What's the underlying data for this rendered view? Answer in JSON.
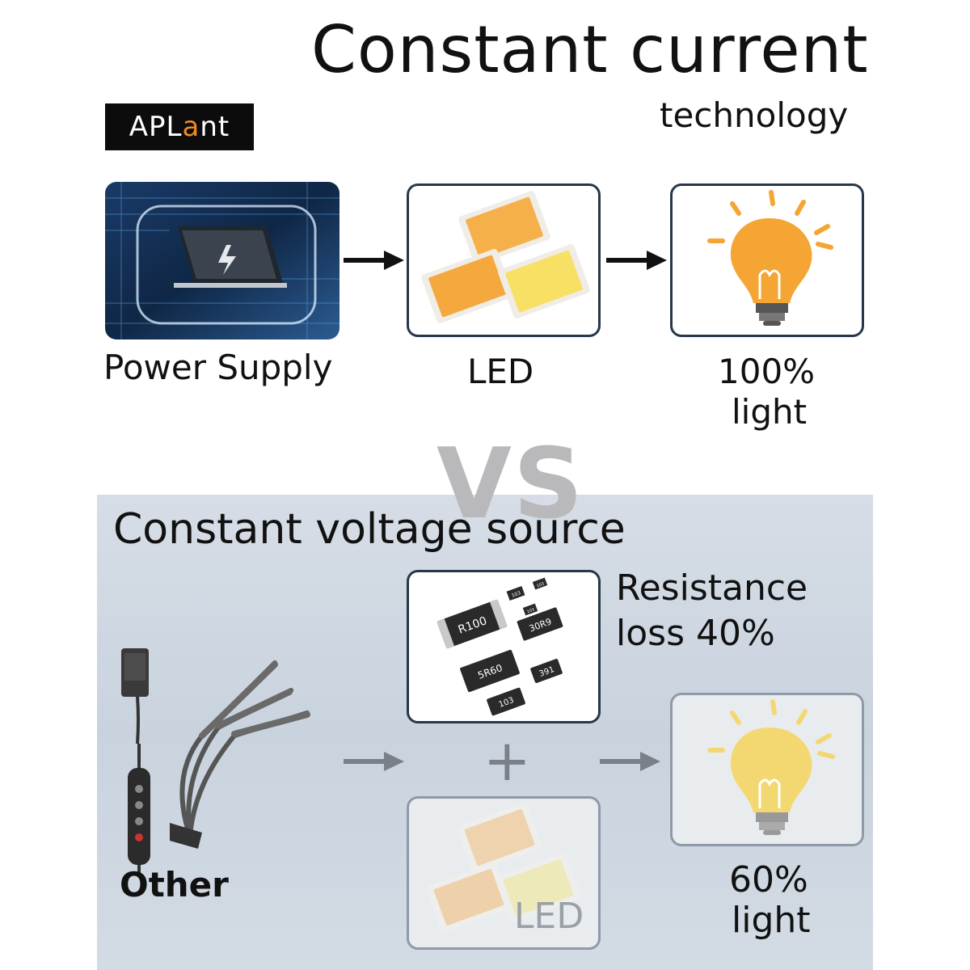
{
  "header": {
    "title": "Constant current",
    "subtitle": "technology",
    "logo": {
      "prefix": "APL",
      "accent": "a",
      "suffix": "nt"
    }
  },
  "top_flow": {
    "power_supply_label": "Power Supply",
    "led_label": "LED",
    "output_percent": "100%",
    "output_unit": "light"
  },
  "vs_text": "VS",
  "bottom_flow": {
    "section_title": "Constant voltage source",
    "resistance_line1": "Resistance",
    "resistance_line2": "loss 40%",
    "plus_symbol": "+",
    "led_label": "LED",
    "other_label": "Other",
    "output_percent": "60%",
    "output_unit": "light",
    "resistor_codes": [
      "R100",
      "30R9",
      "5R60",
      "391",
      "103",
      "103",
      "103",
      "103"
    ]
  },
  "colors": {
    "accent_orange": "#f4a533",
    "bulb_pale": "#f3d872",
    "border_dark": "#27384a",
    "panel_bg": "#cfd8e2"
  }
}
